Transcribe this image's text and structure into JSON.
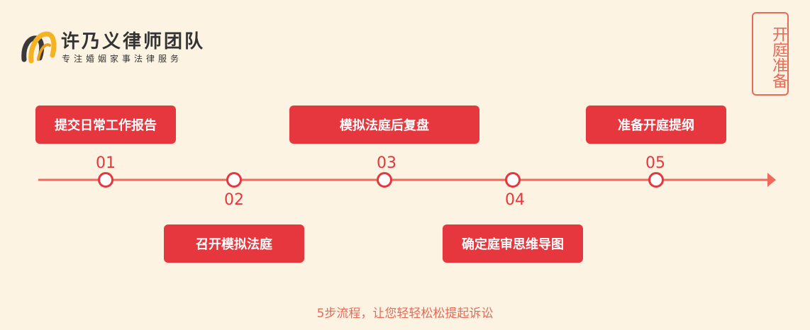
{
  "brand": {
    "name": "许乃义律师团队",
    "tagline": "专注婚姻家事法律服务",
    "colors": {
      "accent": "#e6373f",
      "light_accent": "#e86a57",
      "background": "#fdf3e3",
      "logo_gold": "#f4b324",
      "logo_dark": "#3a3a3a"
    }
  },
  "badge": {
    "text": "开庭准备"
  },
  "steps": [
    {
      "number": "01",
      "label": "提交日常工作报告"
    },
    {
      "number": "02",
      "label": "召开模拟法庭"
    },
    {
      "number": "03",
      "label": "模拟法庭后复盘"
    },
    {
      "number": "04",
      "label": "确定庭审思维导图"
    },
    {
      "number": "05",
      "label": "准备开庭提纲"
    }
  ],
  "footer": {
    "text": "5步流程，让您轻轻松松提起诉讼"
  }
}
